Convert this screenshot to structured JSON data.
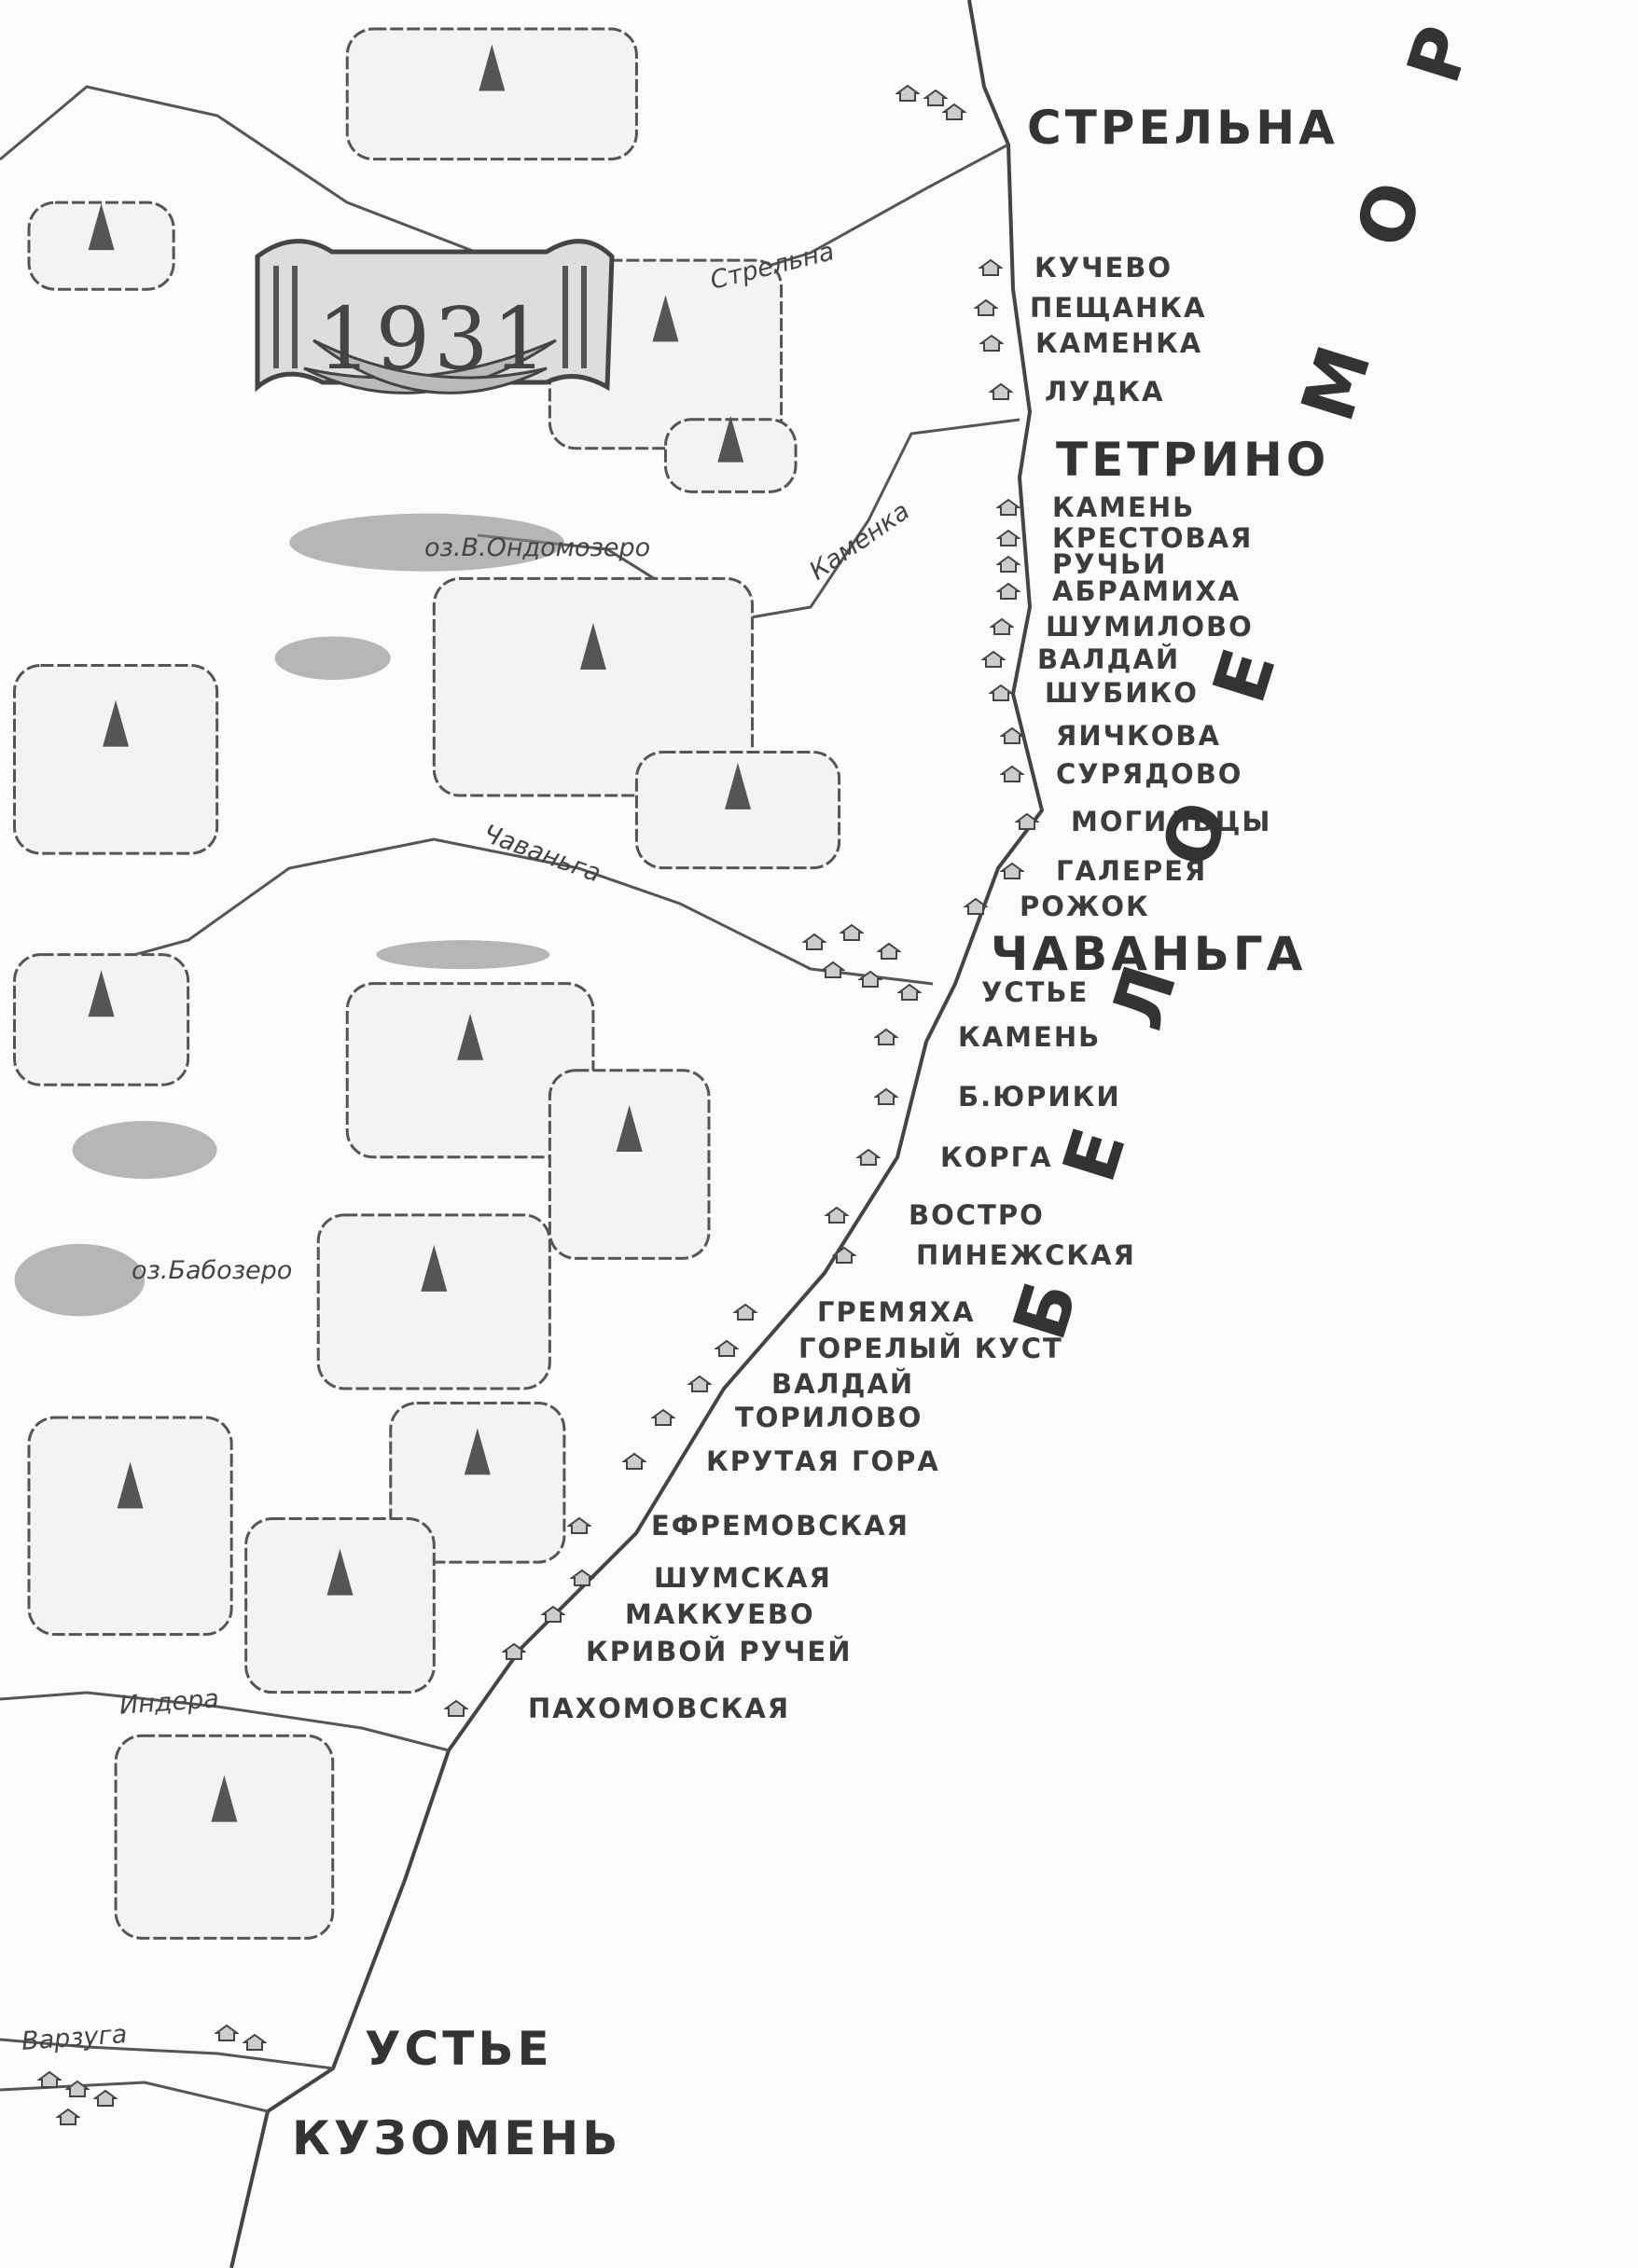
{
  "map": {
    "year": "1931",
    "sea_label": "БЕЛОЕ МОРЕ",
    "main_settlements": {
      "strelna": "СТРЕЛЬНА",
      "tetrino": "ТЕТРИНО",
      "chavanga": "ЧАВАНЬГА",
      "uste": "УСТЬЕ",
      "kuzomen": "КУЗОМЕНЬ"
    },
    "villages": [
      "КУЧЕВО",
      "ПЕЩАНКА",
      "КАМЕНКА",
      "ЛУДКА",
      "КАМЕНЬ",
      "КРЕСТОВАЯ",
      "РУЧЬИ",
      "АБРАМИХА",
      "ШУМИЛОВО",
      "ВАЛДАЙ",
      "ШУБИКО",
      "ЯИЧКОВА",
      "СУРЯДОВО",
      "МОГИЛЬЦЫ",
      "ГАЛЕРЕЯ",
      "РОЖОК",
      "УСТЬЕ",
      "КАМЕНЬ",
      "Б.ЮРИКИ",
      "КОРГА",
      "ВОСТРО",
      "ПИНЕЖСКАЯ",
      "ГРЕМЯХА",
      "ГОРЕЛЫЙ КУСТ",
      "ВАЛДАЙ",
      "ТОРИЛОВО",
      "КРУТАЯ ГОРА",
      "ЕФРЕМОВСКАЯ",
      "ШУМСКАЯ",
      "МАККУЕВО",
      "КРИВОЙ РУЧЕЙ",
      "ПАХОМОВСКАЯ"
    ],
    "rivers": {
      "strelna": "Стрельна",
      "kamenka": "Каменка",
      "chavanga": "Чаваньга",
      "indera": "Индера",
      "varzuga": "Варзуга"
    },
    "lakes": {
      "ondomozero": "оз.В.Ондомозеро",
      "babozero": "оз.Бабозеро"
    }
  }
}
